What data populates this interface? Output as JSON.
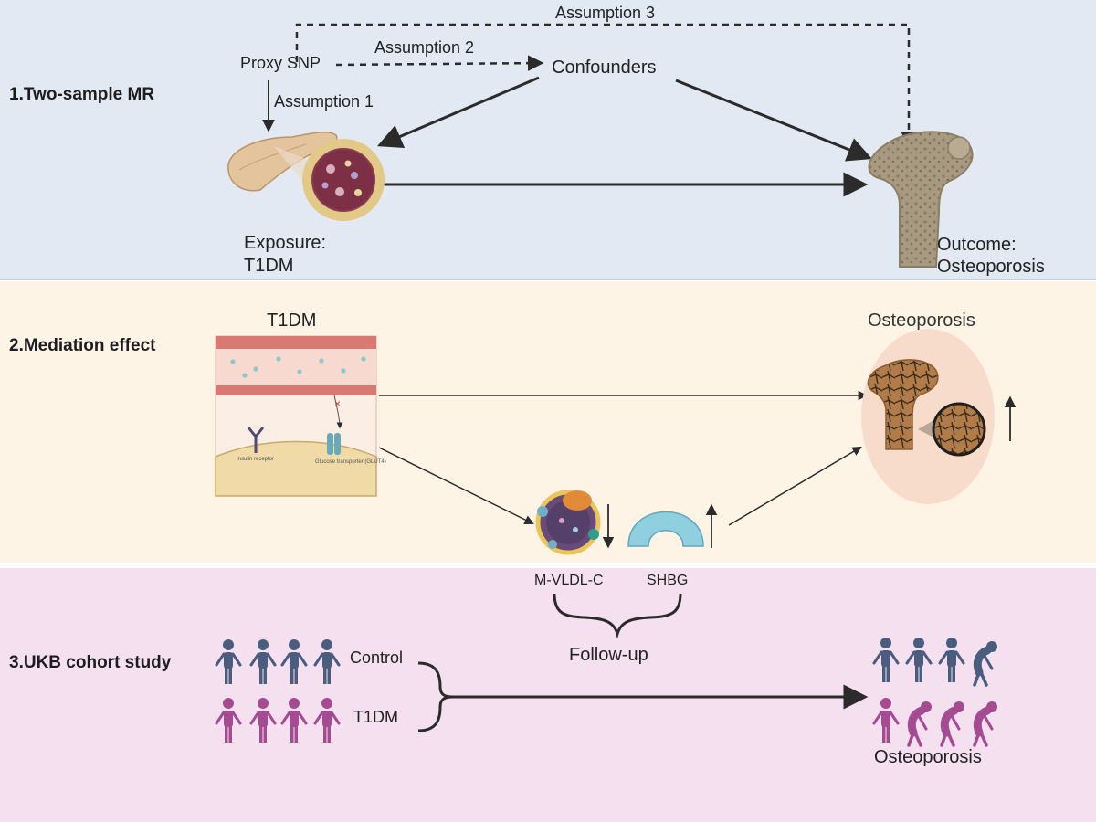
{
  "sections": [
    {
      "heading": "1.Two-sample MR"
    },
    {
      "heading": "2.Mediation effect"
    },
    {
      "heading": "3.UKB cohort study"
    }
  ],
  "mr": {
    "assumption1": "Assumption 1",
    "assumption2": "Assumption 2",
    "assumption3": "Assumption 3",
    "proxy_snp": "Proxy SNP",
    "confounders": "Confounders",
    "exposure": "Exposure:",
    "exposure_name": "T1DM",
    "outcome": "Outcome:",
    "outcome_name": "Osteoporosis"
  },
  "mediation": {
    "t1dm": "T1DM",
    "osteoporosis": "Osteoporosis",
    "insulin_receptor": "Insulin receptor",
    "glucose_transporter": "Glucose transporter (GLUT4)",
    "mediator1": "M-VLDL-C",
    "mediator2": "SHBG"
  },
  "cohort": {
    "follow_up": "Follow-up",
    "control": "Control",
    "t1dm": "T1DM",
    "osteoporosis": "Osteoporosis"
  },
  "colors": {
    "control_person": "#4a5d7e",
    "t1dm_person": "#a44b92",
    "bone": "#b5a88f",
    "vessel": "#d97a72",
    "shbg": "#8fcfe0"
  }
}
